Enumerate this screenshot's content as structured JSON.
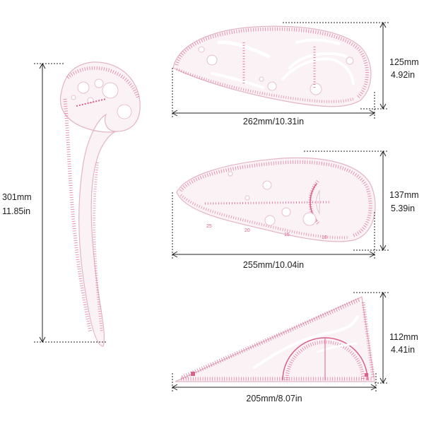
{
  "colors": {
    "ruler_fill": "#fbf2f5",
    "ruler_edge": "#e3b4c4",
    "tick": "#d9608a",
    "hole": "#ffffff",
    "dim_line": "#222222"
  },
  "rulers": [
    {
      "name": "vary-form-curve",
      "height_label": "301mm",
      "height_label_in": "11.85in"
    },
    {
      "name": "egg-curve-large",
      "width_label": "262mm/10.31in",
      "height_label": "125mm",
      "height_label_in": "4.92in"
    },
    {
      "name": "egg-curve-protractor",
      "width_label": "255mm/10.04in",
      "height_label": "137mm",
      "height_label_in": "5.39in",
      "scale_marks": [
        "25",
        "20",
        "15",
        "10"
      ]
    },
    {
      "name": "triangle-ruler",
      "width_label": "205mm/8.07in",
      "height_label": "112mm",
      "height_label_in": "4.41in"
    }
  ]
}
